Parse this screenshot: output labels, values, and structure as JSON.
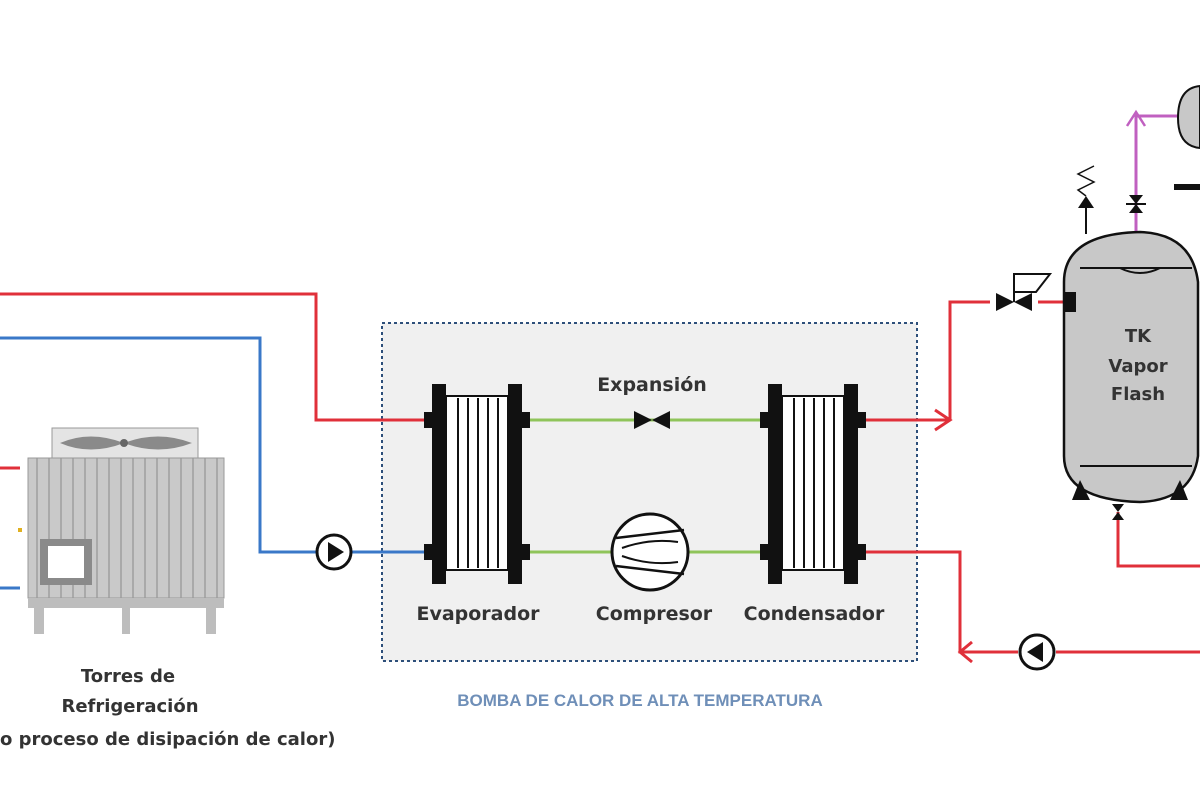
{
  "labels": {
    "expansion": "Expansión",
    "evaporator": "Evaporador",
    "compressor": "Compresor",
    "condenser": "Condensador",
    "tank_line1": "TK",
    "tank_line2": "Vapor",
    "tank_line3": "Flash",
    "tower_line1": "Torres de",
    "tower_line2": "Refrigeración",
    "tower_line3": "o proceso de disipación de calor)",
    "caption": "BOMBA DE CALOR DE ALTA TEMPERATURA"
  },
  "colors": {
    "hot_line": "#e0303a",
    "cold_line": "#3a78c8",
    "refrigerant_line": "#8fc45a",
    "vapor_line": "#c060c0",
    "caption": "#6f8fb8"
  },
  "icons": [
    "fan-icon",
    "pump-icon",
    "compressor-icon",
    "expansion-valve-icon",
    "relief-valve-icon",
    "tank-icon"
  ]
}
